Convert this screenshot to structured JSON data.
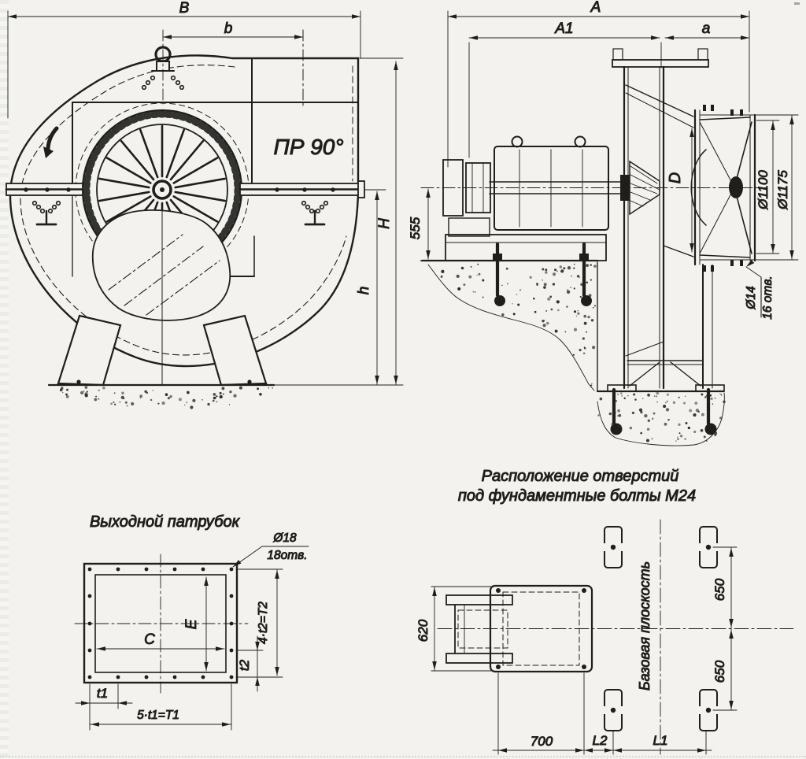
{
  "front_view": {
    "dim_B": "B",
    "dim_b": "b",
    "dim_H": "H",
    "dim_h": "h",
    "rotation_label": "ПР 90°"
  },
  "side_view": {
    "dim_A": "A",
    "dim_A1": "A1",
    "dim_a": "a",
    "dim_555": "555",
    "dim_D": "D",
    "dim_inlet_collar": "Ø1100",
    "dim_inlet_flange": "Ø1175",
    "inlet_holes_dia": "Ø14",
    "inlet_holes_count": "16 отв."
  },
  "outlet_view": {
    "title": "Выходной патрубок",
    "holes_dia": "Ø18",
    "holes_count": "18отв.",
    "dim_E": "E",
    "dim_C": "C",
    "dim_t1": "t1",
    "dim_t2": "t2",
    "dim_T1": "5·t1=T1",
    "dim_T2": "4·t2=T2"
  },
  "plan_view": {
    "title_line1": "Расположение отверстий",
    "title_line2": "под фундаментные болты М24",
    "base_plane_label": "Базовая плоскость",
    "dim_620": "620",
    "dim_650_top": "650",
    "dim_650_bottom": "650",
    "dim_700": "700",
    "dim_L2": "L2",
    "dim_L1": "L1"
  },
  "colors": {
    "ink": "#1e1e1c",
    "paper": "#f3f2ee"
  }
}
